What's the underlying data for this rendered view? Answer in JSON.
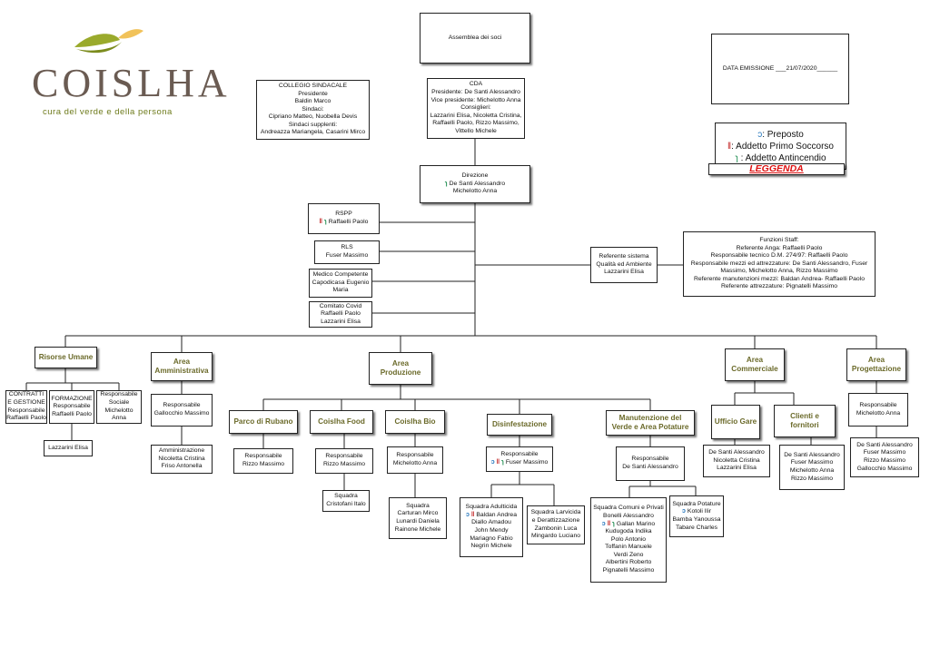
{
  "logo": {
    "word": "COISLHA",
    "tagline": "cura del verde e della persona"
  },
  "date_box": "DATA EMISSIONE ___21/07/2020______",
  "legend": {
    "preposto_icon": "ↄ",
    "preposto": ": Preposto",
    "ps_icon": "ǁ",
    "ps": ": Addetto Primo Soccorso",
    "ai_icon": "ɿ",
    "ai": " : Addetto Antincendio",
    "title": "LEGGENDA"
  },
  "assemblea": "Assemblea dei soci",
  "collegio": [
    "COLLEGIO SINDACALE",
    "Presidente",
    "Baldin Marco",
    "Sindaci:",
    "Cipriano Matteo, Nuobella Devis",
    "Sindaci supplenti:",
    "Andreazza Mariangela, Casarini Mirco"
  ],
  "cda": [
    "CDA",
    "Presidente: De Santi Alessandro",
    "Vice presidente: Michelotto Anna",
    "Consiglieri:",
    "Lazzarini Elisa, Nicoletta Cristina,",
    "Raffaelli Paolo, Rizzo Massimo,",
    "Vittello Michele"
  ],
  "direzione": {
    "title": "Direzione",
    "line1": "De Santi Alessandro",
    "line2": "Michelotto Anna"
  },
  "rspp": {
    "title": "RSPP",
    "name": "Raffaelli Paolo"
  },
  "rls": [
    "RLS",
    "Fuser Massimo"
  ],
  "medico": [
    "Medico Competente",
    "Capodicasa Eugenio",
    "Maria"
  ],
  "covid": [
    "Comitato Covid",
    "Raffaelli Paolo",
    "Lazzarini Elisa"
  ],
  "referente": [
    "Referente sistema",
    "Qualità ed Ambiente",
    "Lazzarini Elisa"
  ],
  "staff": [
    "Funzioni Staff:",
    "Referente Anga: Raffaelli Paolo",
    "Responsabile tecnico D.M. 274/97: Raffaelli Paolo",
    "Responsabile mezzi ed attrezzature: De Santi Alessandro, Fuser",
    "Massimo, Michelotto Anna, Rizzo Massimo",
    "Referente manutenzioni mezzi: Baldan Andrea- Raffaelli Paolo",
    "Referente attrezzature: Pignatelli Massimo"
  ],
  "departments": {
    "risorse": "Risorse Umane",
    "amministrativa": [
      "Area",
      "Amministrativa"
    ],
    "produzione": [
      "Area",
      "Produzione"
    ],
    "commerciale": [
      "Area",
      "Commerciale"
    ],
    "progettazione": [
      "Area",
      "Progettazione"
    ]
  },
  "risorse_children": {
    "contratti": [
      "CONTRATTI",
      "E GESTIONE",
      "Responsabile",
      "Raffaelli Paolo"
    ],
    "formazione": [
      "FORMAZIONE",
      "Responsabile",
      "Raffaelli Paolo"
    ],
    "sociale": [
      "Responsabile",
      "Sociale",
      "Michelotto",
      "Anna"
    ],
    "lazzarini": "Lazzarini Elisa"
  },
  "amm_children": {
    "resp": [
      "Responsabile",
      "Gallocchio Massimo"
    ],
    "amm": [
      "Amministrazione",
      "Nicoletta Cristina",
      "Friso Antonella"
    ]
  },
  "produzione_units": {
    "rubano": "Parco di Rubano",
    "food": "Coislha Food",
    "bio": "Coislha Bio",
    "disinf": "Disinfestazione",
    "manut": [
      "Manutenzione del",
      "Verde e Area Potature"
    ]
  },
  "rubano_resp": [
    "Responsabile",
    "Rizzo Massimo"
  ],
  "food_resp": [
    "Responsabile",
    "Rizzo Massimo"
  ],
  "food_squadra": [
    "Squadra",
    "Cristofani Italo"
  ],
  "bio_resp": [
    "Responsabile",
    "Michelotto Anna"
  ],
  "bio_squadra": [
    "Squadra",
    "Carturan Mirco",
    "Lunardi Daniela",
    "Rainone Michele"
  ],
  "disinf_resp": {
    "title": "Responsabile",
    "name": "Fuser Massimo"
  },
  "disinf_adulticida": {
    "title": "Squadra Adulticida",
    "lead": "Baldan Andrea",
    "rest": [
      "Diallo Amadou",
      "John Mendy",
      "Mariagno Fabio",
      "Negrin Michele"
    ]
  },
  "disinf_larvicida": [
    "Squadra  Larvicida",
    "e Derattizzazione",
    "Zambonin Luca",
    "Mingardo Luciano"
  ],
  "manut_resp": [
    "Responsabile",
    "De Santi Alessandro"
  ],
  "manut_comuni": {
    "l1": "Squadra Comuni e Privati",
    "l2": "Bonelli Alessandro",
    "lead": "Gallan Marino",
    "rest": [
      "Kudugoda Indika",
      "Polo Antonio",
      "Toffanin Manuele",
      "Verdi Zeno",
      "Albertini Roberto",
      "Pignatelli Massimo"
    ]
  },
  "manut_potature": {
    "title": "Squadra Potature",
    "lead": "Kotoli Ilir",
    "rest": [
      "Bamba Yanoussa",
      "Tabare Charles"
    ]
  },
  "commerciale_units": {
    "gare": "Ufficio Gare",
    "clienti": [
      "Clienti e",
      "fornitori"
    ]
  },
  "gare_people": [
    "De Santi Alessandro",
    "Nicoletta Cristina",
    "Lazzarini Elisa"
  ],
  "clienti_people": [
    "De Santi Alessandro",
    "Fuser Massimo",
    "Michelotto Anna",
    "Rizzo Massimo"
  ],
  "progett_resp": [
    "Responsabile",
    "Michelotto Anna"
  ],
  "progett_people": [
    "De Santi Alessandro",
    "Fuser Massimo",
    "Rizzo Massimo",
    "Gallocchio Massimo"
  ],
  "colors": {
    "dept_text": "#6b6a2a",
    "preposto": "#2b7bbf",
    "primo_soccorso": "#c01d1d",
    "antincendio": "#1c8c4e",
    "legend_title": "#dd1111",
    "logo_green": "#8a9a24",
    "logo_brown": "#6a5b52"
  }
}
